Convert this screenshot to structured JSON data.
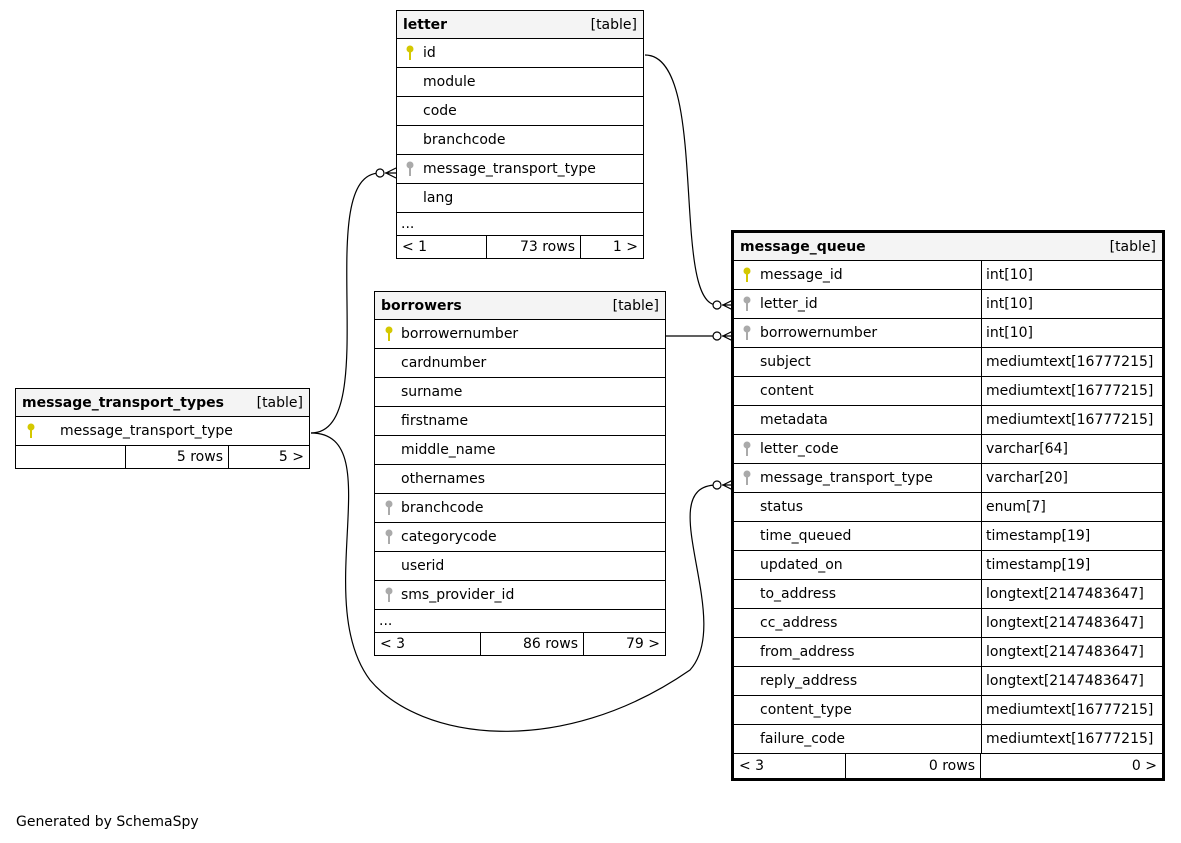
{
  "tables": {
    "letter": {
      "name": "letter",
      "kind": "[table]",
      "columns": [
        "id",
        "module",
        "code",
        "branchcode",
        "message_transport_type",
        "lang"
      ],
      "more": "...",
      "footer": {
        "prev": "< 1",
        "rows": "73 rows",
        "next": "1 >"
      }
    },
    "borrowers": {
      "name": "borrowers",
      "kind": "[table]",
      "columns": [
        "borrowernumber",
        "cardnumber",
        "surname",
        "firstname",
        "middle_name",
        "othernames",
        "branchcode",
        "categorycode",
        "userid",
        "sms_provider_id"
      ],
      "more": "...",
      "footer": {
        "prev": "< 3",
        "rows": "86 rows",
        "next": "79 >"
      }
    },
    "message_transport_types": {
      "name": "message_transport_types",
      "kind": "[table]",
      "columns": [
        "message_transport_type"
      ],
      "footer": {
        "prev": "",
        "rows": "5 rows",
        "next": "5 >"
      }
    },
    "message_queue": {
      "name": "message_queue",
      "kind": "[table]",
      "columns": [
        {
          "name": "message_id",
          "type": "int[10]"
        },
        {
          "name": "letter_id",
          "type": "int[10]"
        },
        {
          "name": "borrowernumber",
          "type": "int[10]"
        },
        {
          "name": "subject",
          "type": "mediumtext[16777215]"
        },
        {
          "name": "content",
          "type": "mediumtext[16777215]"
        },
        {
          "name": "metadata",
          "type": "mediumtext[16777215]"
        },
        {
          "name": "letter_code",
          "type": "varchar[64]"
        },
        {
          "name": "message_transport_type",
          "type": "varchar[20]"
        },
        {
          "name": "status",
          "type": "enum[7]"
        },
        {
          "name": "time_queued",
          "type": "timestamp[19]"
        },
        {
          "name": "updated_on",
          "type": "timestamp[19]"
        },
        {
          "name": "to_address",
          "type": "longtext[2147483647]"
        },
        {
          "name": "cc_address",
          "type": "longtext[2147483647]"
        },
        {
          "name": "from_address",
          "type": "longtext[2147483647]"
        },
        {
          "name": "reply_address",
          "type": "longtext[2147483647]"
        },
        {
          "name": "content_type",
          "type": "mediumtext[16777215]"
        },
        {
          "name": "failure_code",
          "type": "mediumtext[16777215]"
        }
      ],
      "footer": {
        "prev": "< 3",
        "rows": "0 rows",
        "next": "0 >"
      }
    }
  },
  "icons": {
    "primary_key": "yellow-key-icon",
    "foreign_key": "gray-key-icon"
  },
  "colors": {
    "header_bg": "#f4f4f4",
    "pk_key": "#d4c800",
    "fk_key": "#aaaaaa"
  },
  "caption": "Generated by SchemaSpy"
}
